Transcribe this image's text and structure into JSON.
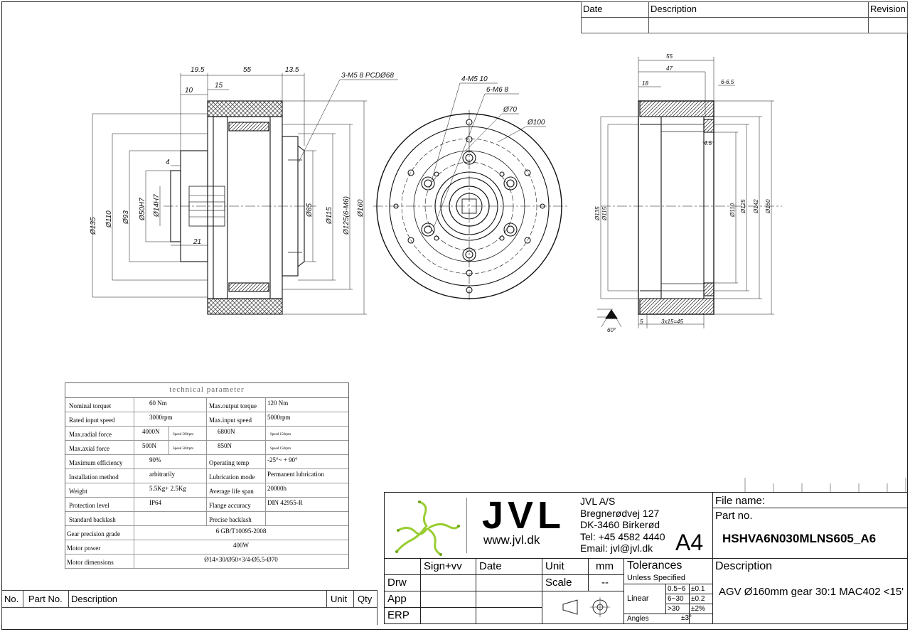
{
  "revision_table": {
    "date_header": "Date",
    "description_header": "Description",
    "revision_header": "Revision"
  },
  "drawing_dims": {
    "side": {
      "d19_5": "19.5",
      "d55": "55",
      "d13_5": "13.5",
      "d10": "10",
      "d15": "15",
      "d4": "4",
      "d21": "21",
      "threads": "3-M5   8 PCDØ68",
      "dia_135": "Ø135",
      "dia_110": "Ø110",
      "dia_93": "Ø93",
      "dia_50": "Ø50H7",
      "dia_14": "Ø14H7",
      "dia_85": "Ø85",
      "dia_115": "Ø115",
      "dia_125": "Ø125(6-M6)",
      "dia_160": "Ø160"
    },
    "front": {
      "m5": "4-M5  10",
      "m6": "6-M6  8",
      "dia_70": "Ø70",
      "dia_100": "Ø100"
    },
    "section": {
      "d55": "55",
      "d47": "47",
      "d18": "18",
      "d6_5": "6-6.5",
      "d4_5": "4.5",
      "d5": "5",
      "d3x15": "3x15=45",
      "angle": "60°",
      "dia_a": "Ø135",
      "dia_b": "Ø115",
      "dia_c": "Ø110",
      "dia_d": "Ø125",
      "dia_e": "Ø142",
      "dia_f": "Ø160"
    }
  },
  "tech_params": {
    "title": "technical parameter",
    "rows": [
      {
        "l1": "Nominal torquet",
        "v1": "60 Nm",
        "l2": "Max.output torque",
        "v2": "120 Nm"
      },
      {
        "l1": "Rated input speed",
        "v1": "3000rpm",
        "l2": "Max.input speed",
        "v2": "5000rpm"
      },
      {
        "l1": "Max.radial force",
        "v1": "4000N",
        "n1": "Speed 500rpm",
        "l2": "6800N",
        "n2": "Speed 150rpm"
      },
      {
        "l1": "Max.axial force",
        "v1": "500N",
        "n1": "Speed 500rpm",
        "l2": "850N",
        "n2": "Speed 150rpm"
      },
      {
        "l1": "Maximum efficiency",
        "v1": "90%",
        "l2": "Operating temp",
        "v2": "-25°~ + 90°"
      },
      {
        "l1": "Installation method",
        "v1": "arbitrarily",
        "l2": "Lubrication mode",
        "v2": "Permanent lubrication"
      },
      {
        "l1": "Weight",
        "v1": "5.5Kg+ 2.5Kg",
        "l2": "Average life span",
        "v2": "20000h"
      },
      {
        "l1": "Protection level",
        "v1": "IP64",
        "l2": "Flange accuracy",
        "v2": "DIN 42955-R"
      },
      {
        "l1": "Standard backlash",
        "v1": "",
        "l2": "Precise backlash",
        "v2": ""
      }
    ],
    "gear_grade_label": "Gear precision grade",
    "gear_grade_value": "6 GB/T10095-2008",
    "motor_power_label": "Motor power",
    "motor_power_value": "400W",
    "motor_dim_label": "Motor  dimensions",
    "motor_dim_value": "Ø14×30/Ø50×3/4-Ø5.5-Ø70"
  },
  "parts_list": {
    "no": "No.",
    "part_no": "Part No.",
    "description": "Description",
    "unit": "Unit",
    "qty": "Qty"
  },
  "title_block": {
    "logo_text": "JVL",
    "logo_url": "www.jvl.dk",
    "company": "JVL A/S",
    "address1": "Bregnerødvej 127",
    "address2": "DK-3460 Birkerød",
    "tel": "Tel: +45 4582 4440",
    "email": "Email: jvl@jvl.dk",
    "sheet_size": "A4",
    "file_name_label": "File name:",
    "part_no_label": "Part no.",
    "part_no": "HSHVA6N030MLNS605_A6",
    "sign": "Sign+vv",
    "date": "Date",
    "unit": "Unit",
    "unit_value": "mm",
    "tolerances": "Tolerances",
    "unless": "Unless Specified",
    "drw": "Drw",
    "app": "App",
    "erp": "ERP",
    "scale": "Scale",
    "scale_value": "--",
    "linear": "Linear",
    "tol_rows": [
      {
        "range": "0.5~6",
        "tol": "±0.1"
      },
      {
        "range": "6~30",
        "tol": "±0.2"
      },
      {
        "range": ">30",
        "tol": "±2%"
      }
    ],
    "angles": "Angles",
    "angles_tol": "±3°",
    "description_label": "Description",
    "description": "AGV Ø160mm gear 30:1 MAC402 <15'"
  }
}
